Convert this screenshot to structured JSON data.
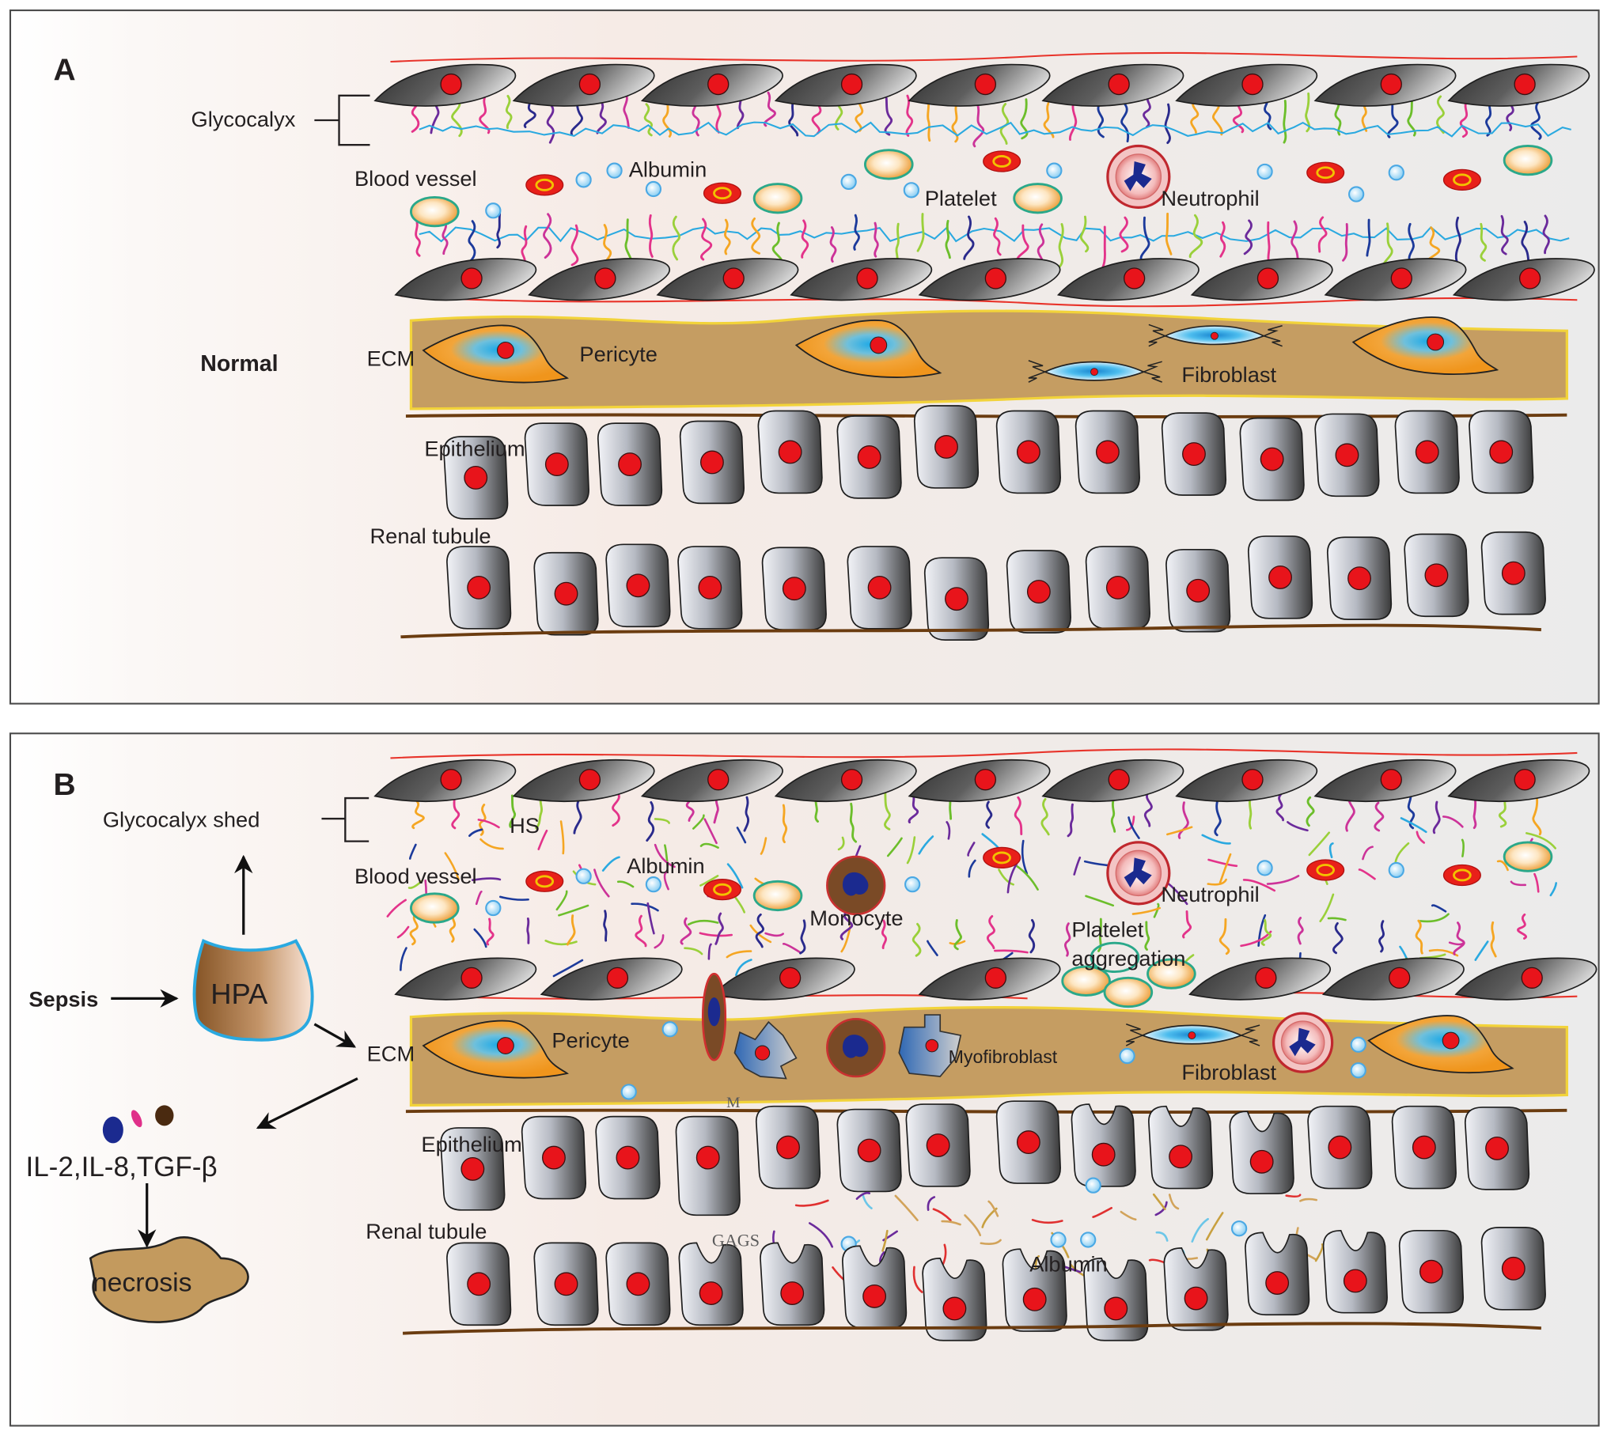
{
  "panel_a": {
    "letter": "A",
    "condition": "Normal",
    "glycocalyx": "Glycocalyx",
    "blood_vessel": "Blood vessel",
    "albumin": "Albumin",
    "platelet": "Platelet",
    "neutrophil": "Neutrophil",
    "ecm": "ECM",
    "pericyte": "Pericyte",
    "fibroblast": "Fibroblast",
    "epithelium": "Epithelium",
    "renal_tubule": "Renal tubule"
  },
  "panel_b": {
    "letter": "B",
    "glycocalyx_shed": "Glycocalyx shed",
    "hs": "HS",
    "albumin_vessel": "Albumin",
    "blood_vessel": "Blood vessel",
    "neutrophil": "Neutrophil",
    "monocyte": "Monocyte",
    "platelet_aggregation_line1": "Platelet",
    "platelet_aggregation_line2": "aggregation",
    "sepsis": "Sepsis",
    "hpa": "HPA",
    "ecm": "ECM",
    "pericyte": "Pericyte",
    "myofibroblast": "Myofibroblast",
    "fibroblast": "Fibroblast",
    "m": "M",
    "cytokines": "IL-2,IL-8,TGF-β",
    "epithelium": "Epithelium",
    "renal_tubule": "Renal tubule",
    "gags": "GAGS",
    "albumin_tubule": "Albumin",
    "necrosis": "necrosis"
  },
  "colors": {
    "nucleus": "#e8141b",
    "nucleus_blue": "#1b2a8f",
    "rbc": "#e8201a",
    "rbc_ring": "#f2c200",
    "platelet_border": "#2aa88a",
    "glycocalyx_line": "#2aa9e0",
    "vessel_wall": "#e8332a",
    "basement_line": "#6b3c10",
    "ecm_fill": "#c59d62",
    "ecm_border": "#f2d33a",
    "monocyte": "#7a4a26",
    "necrosis": "#c39a5e",
    "hpa_border": "#2aa9e0",
    "squiggles": [
      "#e3338a",
      "#6b2a9b",
      "#6cbe2b",
      "#f5a623",
      "#1c3a9b",
      "#9ad03a",
      "#cc3399",
      "#2a2a8c"
    ],
    "fragments": [
      "#e3338a",
      "#6b2a9b",
      "#6cbe2b",
      "#f5a623",
      "#1c3a9b",
      "#9ad03a",
      "#2aa9e0",
      "#cc3399"
    ],
    "gags": [
      "#d2a35a",
      "#6cc6e8",
      "#6b2a9b",
      "#e03030",
      "#c8a040"
    ]
  }
}
